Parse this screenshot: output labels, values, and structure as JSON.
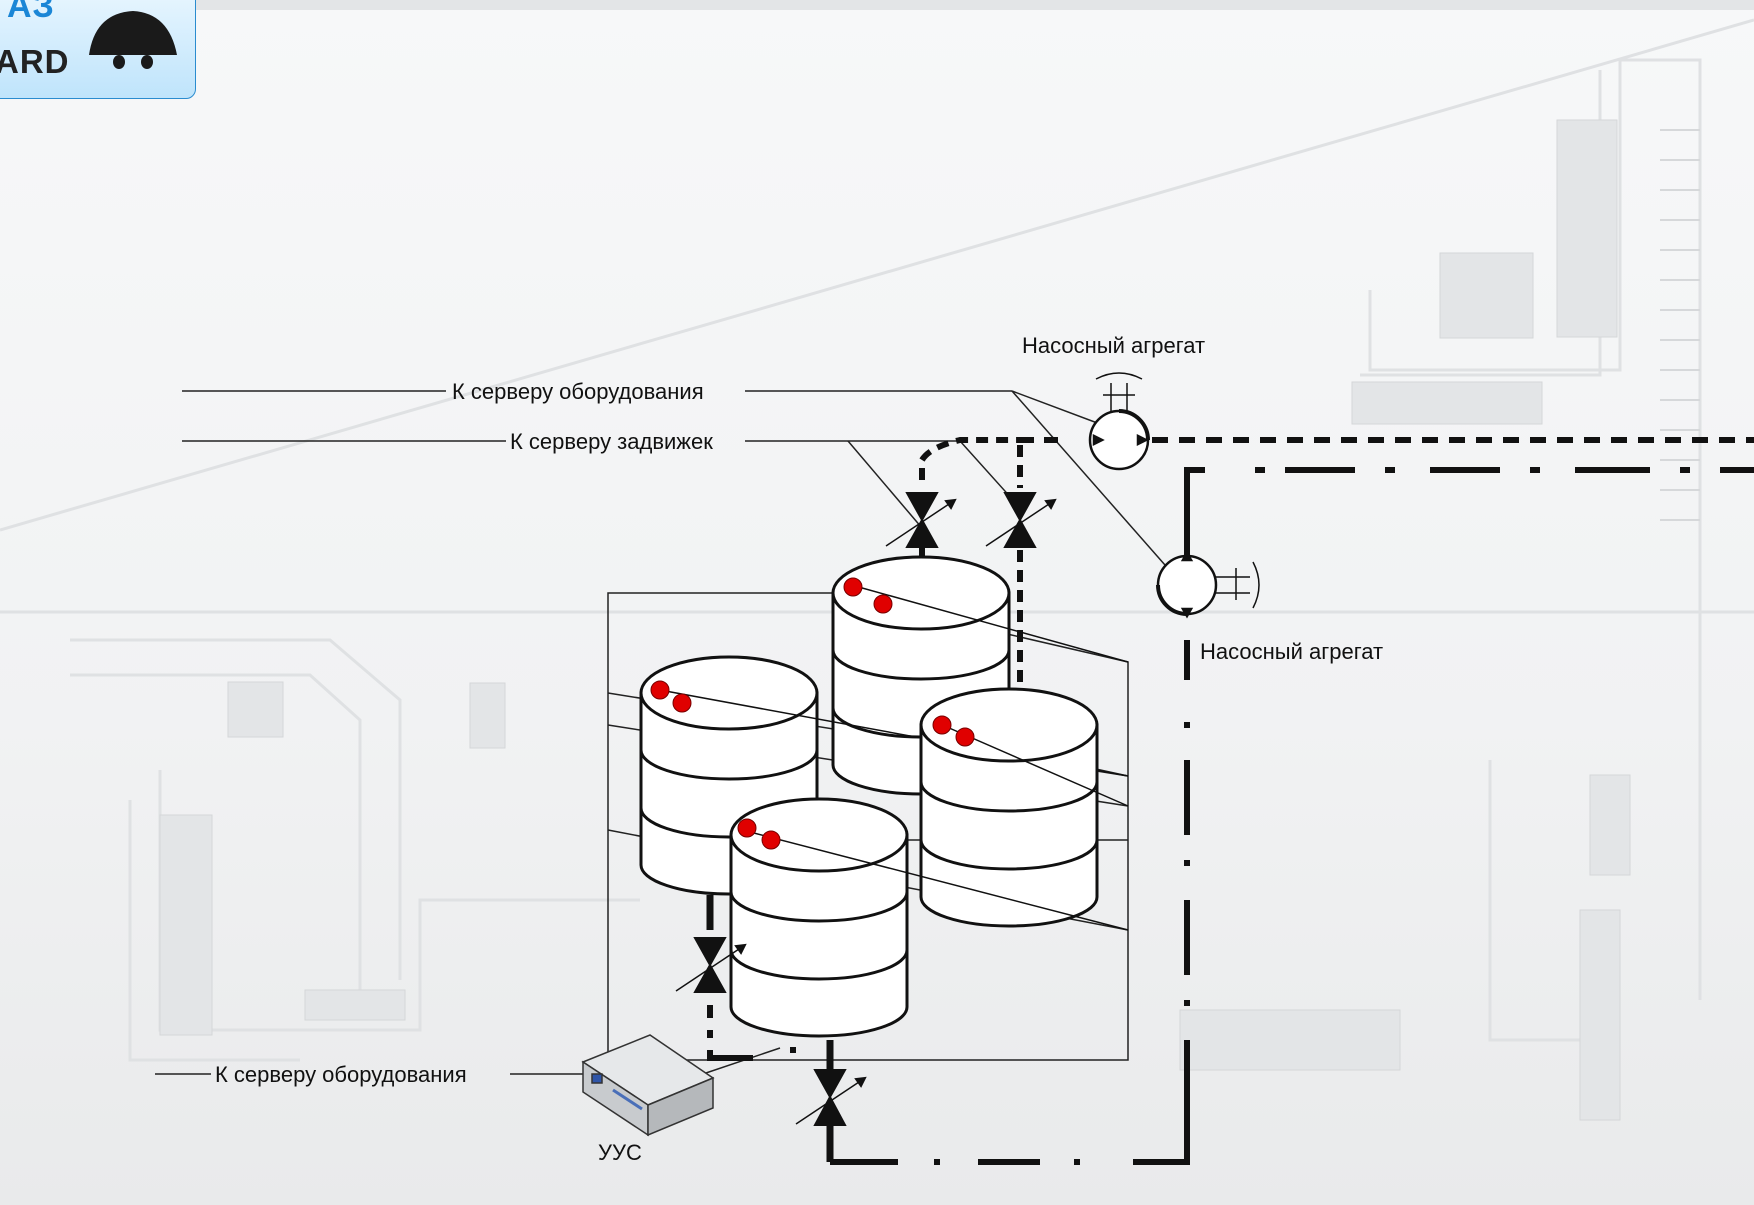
{
  "logo": {
    "text_top": "АЗ",
    "text_bottom": "ARD"
  },
  "labels": {
    "to_equipment_server_top": "К серверу оборудования",
    "to_valve_server": "К серверу задвижек",
    "pump_unit_top": "Насосный агрегат",
    "pump_unit_right": "Насосный агрегат",
    "to_equipment_server_bottom": "К серверу оборудования",
    "control_device": "УУС"
  },
  "colors": {
    "background": "#f4f5f6",
    "line": "#111111",
    "sensor_dot": "#e00000",
    "logo_accent": "#1b86d6"
  }
}
